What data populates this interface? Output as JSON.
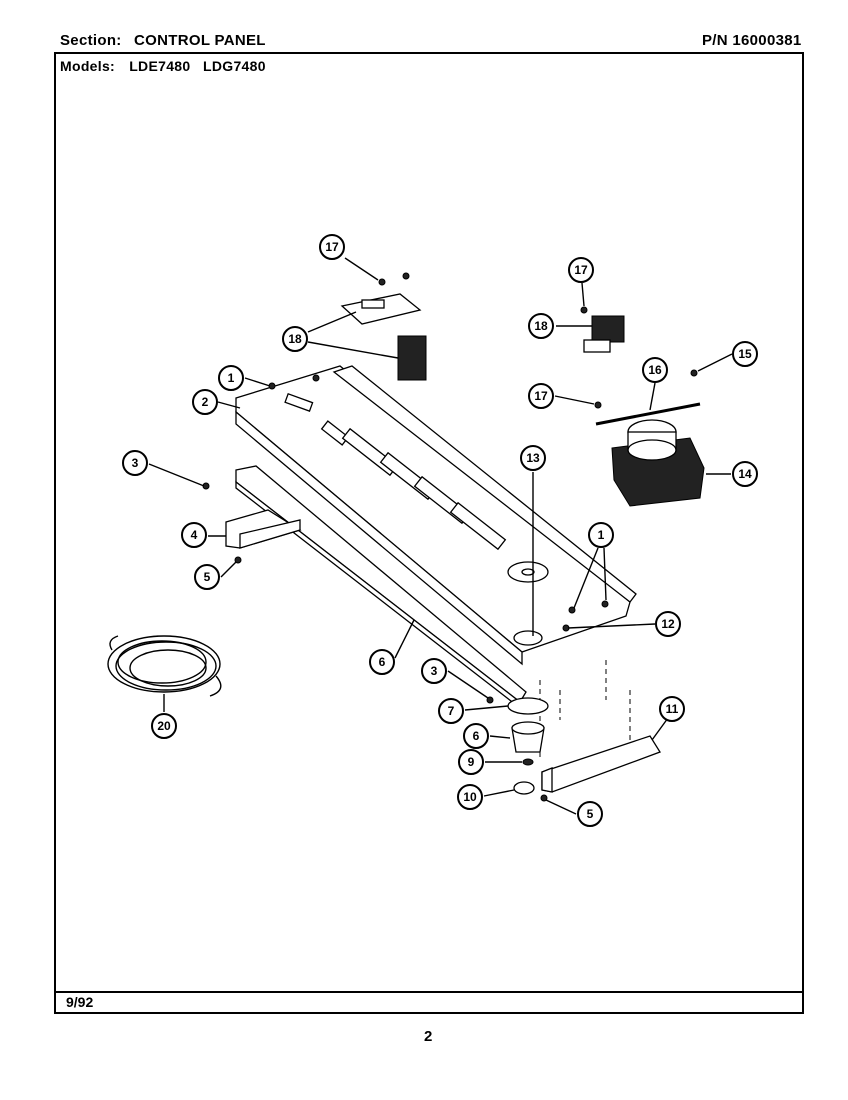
{
  "header": {
    "section_label": "Section:",
    "section_value": "CONTROL PANEL",
    "part_number": "P/N 16000381",
    "models_label": "Models:",
    "models_value": "LDE7480   LDG7480"
  },
  "footer": {
    "date": "9/92",
    "page": "2"
  },
  "callouts": [
    {
      "id": "c1a",
      "label": "1"
    },
    {
      "id": "c1b",
      "label": "1"
    },
    {
      "id": "c2",
      "label": "2"
    },
    {
      "id": "c3a",
      "label": "3"
    },
    {
      "id": "c3b",
      "label": "3"
    },
    {
      "id": "c4",
      "label": "4"
    },
    {
      "id": "c5a",
      "label": "5"
    },
    {
      "id": "c5b",
      "label": "5"
    },
    {
      "id": "c6a",
      "label": "6"
    },
    {
      "id": "c6b",
      "label": "6"
    },
    {
      "id": "c7",
      "label": "7"
    },
    {
      "id": "c9",
      "label": "9"
    },
    {
      "id": "c10",
      "label": "10"
    },
    {
      "id": "c11",
      "label": "11"
    },
    {
      "id": "c12",
      "label": "12"
    },
    {
      "id": "c13",
      "label": "13"
    },
    {
      "id": "c14",
      "label": "14"
    },
    {
      "id": "c15",
      "label": "15"
    },
    {
      "id": "c16",
      "label": "16"
    },
    {
      "id": "c17a",
      "label": "17"
    },
    {
      "id": "c17b",
      "label": "17"
    },
    {
      "id": "c17c",
      "label": "17"
    },
    {
      "id": "c18a",
      "label": "18"
    },
    {
      "id": "c18b",
      "label": "18"
    },
    {
      "id": "c20",
      "label": "20"
    }
  ]
}
